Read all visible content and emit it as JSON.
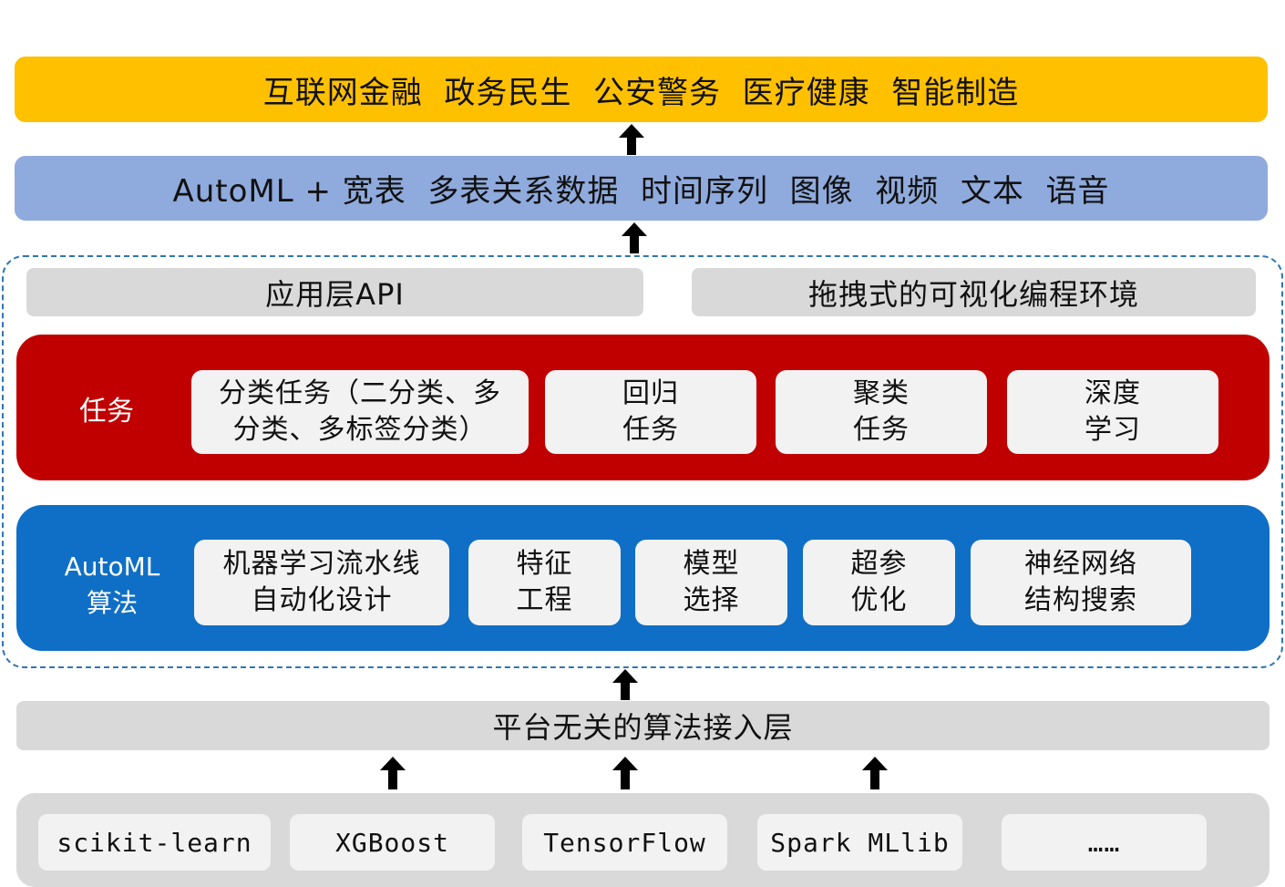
{
  "industries": "互联网金融  政务民生  公安警务  医疗健康  智能制造",
  "data_types": "AutoML + 宽表  多表关系数据  时间序列  图像  视频  文本  语音",
  "interfaces": {
    "api": "应用层API",
    "visual_env": "拖拽式的可视化编程环境"
  },
  "tasks": {
    "label": "任务",
    "items": [
      {
        "line1": "分类任务（二分类、多",
        "line2": "分类、多标签分类）"
      },
      {
        "line1": "回归",
        "line2": "任务"
      },
      {
        "line1": "聚类",
        "line2": "任务"
      },
      {
        "line1": "深度",
        "line2": "学习"
      }
    ]
  },
  "algorithms": {
    "label_line1": "AutoML",
    "label_line2": "算法",
    "items": [
      {
        "line1": "机器学习流水线",
        "line2": "自动化设计"
      },
      {
        "line1": "特征",
        "line2": "工程"
      },
      {
        "line1": "模型",
        "line2": "选择"
      },
      {
        "line1": "超参",
        "line2": "优化"
      },
      {
        "line1": "神经网络",
        "line2": "结构搜索"
      }
    ]
  },
  "platform_layer": "平台无关的算法接入层",
  "libraries": [
    "scikit-learn",
    "XGBoost",
    "TensorFlow",
    "Spark MLlib",
    "……"
  ],
  "colors": {
    "industry": "#ffc000",
    "data": "#8faadc",
    "tasks": "#c00000",
    "algorithms": "#0f6fc6",
    "gray": "#d9d9d9",
    "card": "#f2f2f2",
    "dashed_border": "#2e75b6"
  }
}
